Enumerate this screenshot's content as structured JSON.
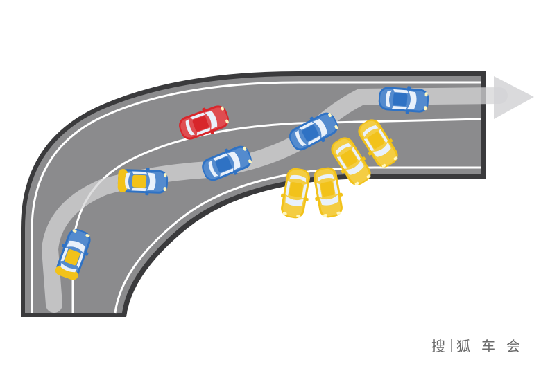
{
  "watermark": {
    "chars": [
      "搜",
      "狐",
      "车",
      "会"
    ]
  },
  "colors": {
    "road": "#8b8b8d",
    "road_edge": "#3a3a3c",
    "lane_line": "#ffffff",
    "path_arrow": "#c9c9cb",
    "car_red": "#d8262b",
    "car_blue": "#2f72c4",
    "car_yellow": "#f2c21a",
    "car_window": "#e9f1fb",
    "watermark_text": "#6a6a6a"
  },
  "cars": [
    {
      "id": "car-blue-front",
      "color": "blue",
      "stripe": false
    },
    {
      "id": "car-red",
      "color": "red",
      "stripe": false
    },
    {
      "id": "car-blue-merging",
      "color": "blue",
      "stripe": false
    },
    {
      "id": "car-blue-middle",
      "color": "blue",
      "stripe": false
    },
    {
      "id": "car-blue-yellow-center",
      "color": "blue",
      "stripe": "yellow"
    },
    {
      "id": "car-blue-yellow-rear",
      "color": "blue",
      "stripe": "yellow"
    },
    {
      "id": "car-yellow-1",
      "color": "yellow",
      "stripe": false
    },
    {
      "id": "car-yellow-2",
      "color": "yellow",
      "stripe": false
    },
    {
      "id": "car-yellow-3",
      "color": "yellow",
      "stripe": false
    },
    {
      "id": "car-yellow-4",
      "color": "yellow",
      "stripe": false
    }
  ]
}
